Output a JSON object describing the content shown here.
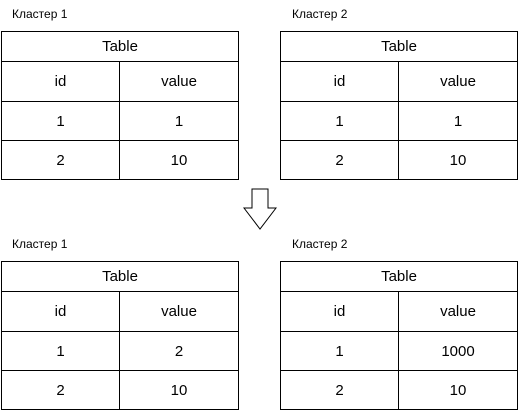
{
  "top": {
    "cluster1": {
      "label": "Кластер 1",
      "table": {
        "title": "Table",
        "columns": [
          "id",
          "value"
        ],
        "rows": [
          [
            "1",
            "1"
          ],
          [
            "2",
            "10"
          ]
        ]
      }
    },
    "cluster2": {
      "label": "Кластер 2",
      "table": {
        "title": "Table",
        "columns": [
          "id",
          "value"
        ],
        "rows": [
          [
            "1",
            "1"
          ],
          [
            "2",
            "10"
          ]
        ]
      }
    }
  },
  "transition": {
    "icon": "down-arrow-icon"
  },
  "bottom": {
    "cluster1": {
      "label": "Кластер 1",
      "table": {
        "title": "Table",
        "columns": [
          "id",
          "value"
        ],
        "rows": [
          [
            "1",
            "2"
          ],
          [
            "2",
            "10"
          ]
        ]
      }
    },
    "cluster2": {
      "label": "Кластер 2",
      "table": {
        "title": "Table",
        "columns": [
          "id",
          "value"
        ],
        "rows": [
          [
            "1",
            "1000"
          ],
          [
            "2",
            "10"
          ]
        ]
      }
    }
  }
}
